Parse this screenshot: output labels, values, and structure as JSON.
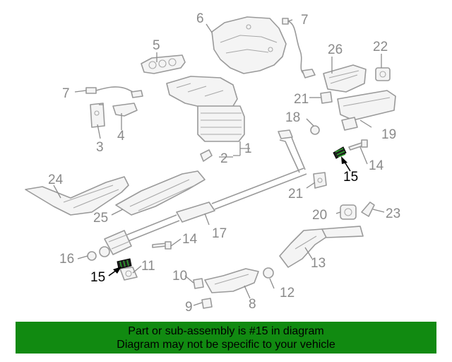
{
  "diagram": {
    "callouts": {
      "c1": "1",
      "c2": "2",
      "c3": "3",
      "c4": "4",
      "c5": "5",
      "c6": "6",
      "c7a": "7",
      "c7b": "7",
      "c8": "8",
      "c9": "9",
      "c10": "10",
      "c11": "11",
      "c12": "12",
      "c13": "13",
      "c14a": "14",
      "c14b": "14",
      "c15a": "15",
      "c15b": "15",
      "c16": "16",
      "c17": "17",
      "c18": "18",
      "c19": "19",
      "c20": "20",
      "c21a": "21",
      "c21b": "21",
      "c22": "22",
      "c23": "23",
      "c24": "24",
      "c25": "25",
      "c26": "26"
    },
    "highlighted_part": "15",
    "highlight_color": "#2fa02f"
  },
  "footer": {
    "line1": "Part or sub-assembly is #15 in diagram",
    "line2": "Diagram may not be specific to your vehicle",
    "background": "#118a11"
  }
}
